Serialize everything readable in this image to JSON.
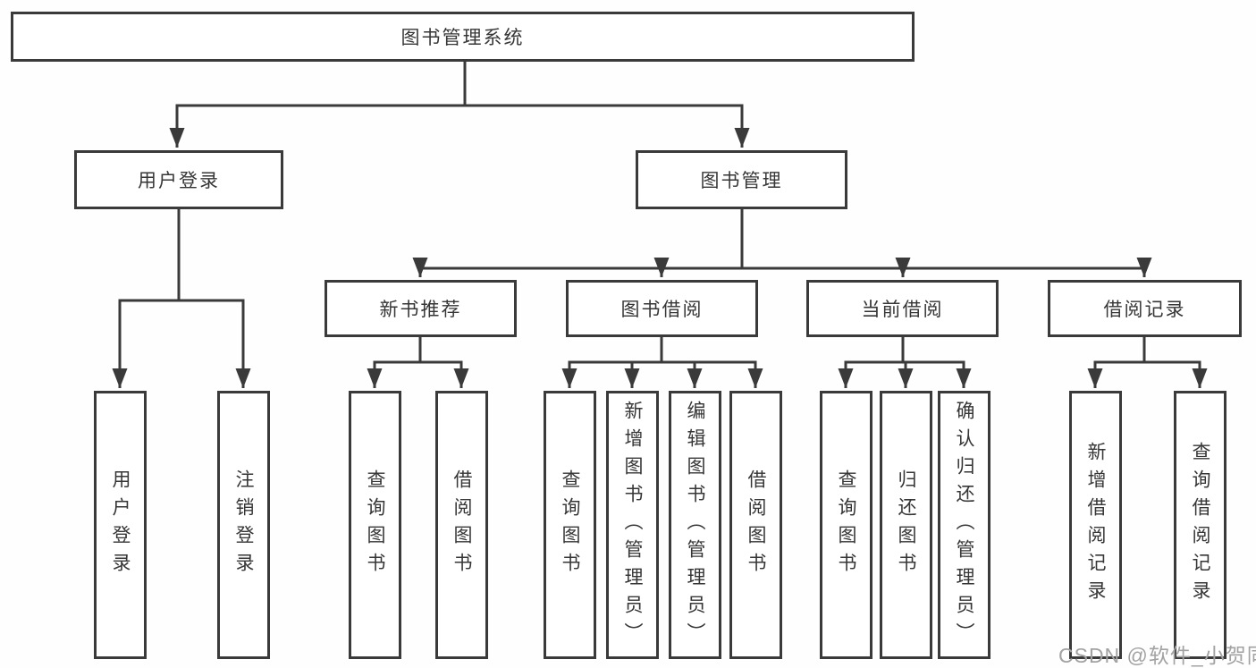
{
  "diagram": {
    "root": {
      "label": "图书管理系统"
    },
    "branches": [
      {
        "label": "用户登录",
        "children": [
          {
            "label": "用户登录"
          },
          {
            "label": "注销登录"
          }
        ]
      },
      {
        "label": "图书管理",
        "children": [
          {
            "label": "新书推荐",
            "children": [
              {
                "label": "查询图书"
              },
              {
                "label": "借阅图书"
              }
            ]
          },
          {
            "label": "图书借阅",
            "children": [
              {
                "label": "查询图书"
              },
              {
                "label": "新增图书（管理员）"
              },
              {
                "label": "编辑图书（管理员）"
              },
              {
                "label": "借阅图书"
              }
            ]
          },
          {
            "label": "当前借阅",
            "children": [
              {
                "label": "查询图书"
              },
              {
                "label": "归还图书"
              },
              {
                "label": "确认归还（管理员）"
              }
            ]
          },
          {
            "label": "借阅记录",
            "children": [
              {
                "label": "新增借阅记录"
              },
              {
                "label": "查询借阅记录"
              }
            ]
          }
        ]
      }
    ]
  },
  "watermark": {
    "text": "CSDN @软件_小贺同学"
  },
  "colors": {
    "line": "#3a3a3a",
    "box_border": "#3a3a3a",
    "box_fill": "#ffffff",
    "text": "#363636",
    "watermark": "#a2a2a2",
    "background": "#fefefe"
  }
}
